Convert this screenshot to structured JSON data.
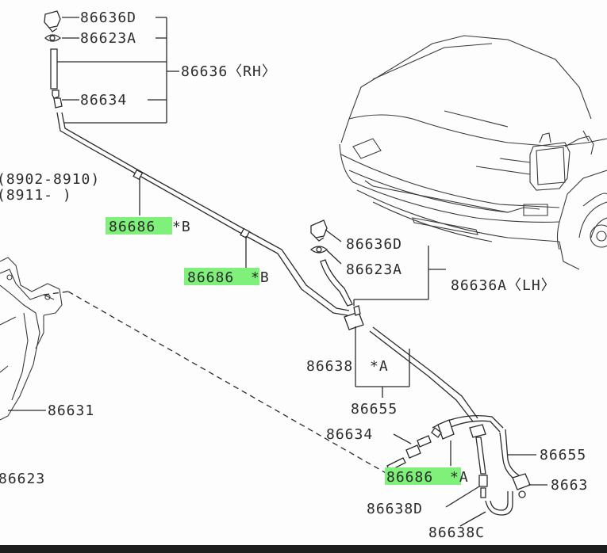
{
  "diagram": {
    "labels": {
      "p86636D_top": "86636D",
      "p86623A_top": "86623A",
      "p86636_rh": "86636〈RH〉",
      "p86634_top": "86634",
      "date_range_1": "(8902-8910)",
      "date_range_2": "(8911-      )",
      "p86686B_1": "86686",
      "p86686B_1_suffix": "*B",
      "p86686B_2": "86686",
      "p86686B_2_suffix": "*B",
      "p86636D_mid": "86636D",
      "p86623A_mid": "86623A",
      "p86636A_lh": "86636A〈LH〉",
      "p86638A": "86638",
      "p86638A_suffix": "*A",
      "p86655": "86655",
      "p86631": "86631",
      "p86623": "86623",
      "p86634_bottom": "86634",
      "p86686A": "86686",
      "p86686A_suffix": "*A",
      "p86638D": "86638D",
      "p86638C": "86638C",
      "p86655_right": "86655",
      "p8663_right": "8663"
    },
    "highlight_color": "#7ff07a"
  }
}
